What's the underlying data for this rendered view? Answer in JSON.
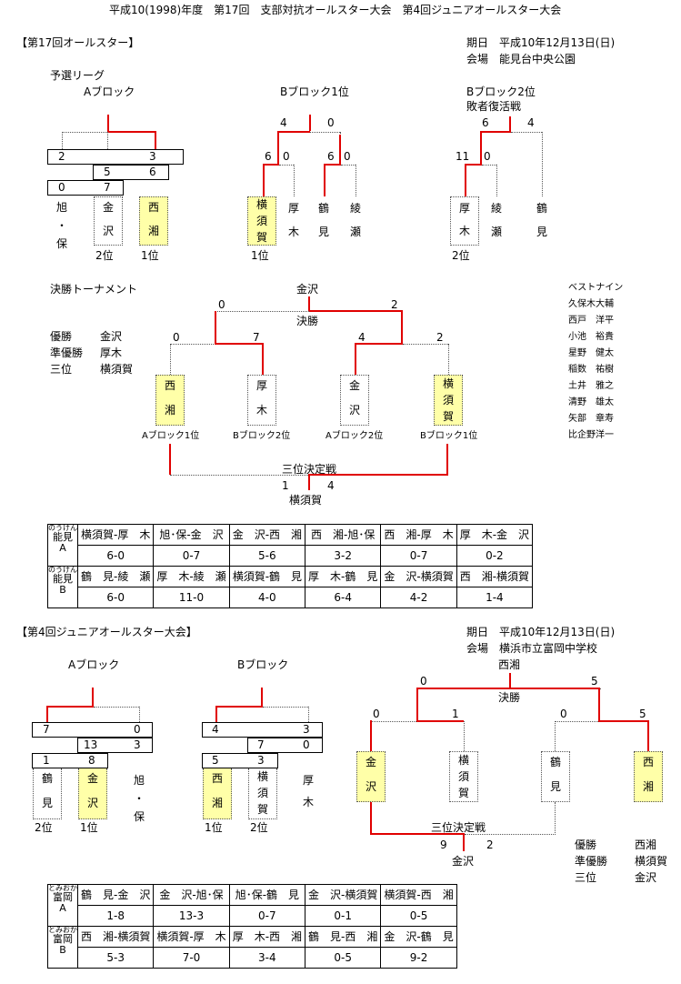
{
  "title": "平成10(1998)年度　第17回　支部対抗オールスター大会　第4回ジュニアオールスター大会",
  "s1": {
    "heading": "【第17回オールスター】",
    "date": "期日　平成10年12月13日(日)",
    "venue": "会場　能見台中央公園",
    "prelim": "予選リーグ",
    "blockA": "Aブロック",
    "blockB1": "Bブロック1位",
    "blockB2": "Bブロック2位",
    "revival": "敗者復活戦",
    "a_top_l": "2",
    "a_top_r": "3",
    "a_mid_l": "5",
    "a_mid_r": "6",
    "a_bot_l": "0",
    "a_bot_r": "7",
    "a_t1": [
      "旭",
      "・",
      "保"
    ],
    "a_t2": [
      "金",
      "沢"
    ],
    "a_t3": [
      "西",
      "湘"
    ],
    "a_rank2": "2位",
    "a_rank3": "1位",
    "b1_s1": "4",
    "b1_s2": "0",
    "b1_s3": "6",
    "b1_s4": "0",
    "b1_s5": "6",
    "b1_s6": "0",
    "b1_t1": [
      "横",
      "須",
      "賀"
    ],
    "b1_t2": [
      "厚",
      "木"
    ],
    "b1_t3": [
      "鶴",
      "見"
    ],
    "b1_t4": [
      "綾",
      "瀬"
    ],
    "b1_rank": "1位",
    "b2_s1": "6",
    "b2_s2": "4",
    "b2_s3": "11",
    "b2_s4": "0",
    "b2_t1": [
      "厚",
      "木"
    ],
    "b2_t2": [
      "綾",
      "瀬"
    ],
    "b2_t3": [
      "鶴",
      "見"
    ],
    "b2_rank": "2位",
    "final_label": "決勝トーナメント",
    "champ_name": "金沢",
    "final_word": "決勝",
    "f_s1": "0",
    "f_s2": "2",
    "f_s3": "0",
    "f_s4": "7",
    "f_s5": "4",
    "f_s6": "2",
    "f_t1": [
      "西",
      "湘"
    ],
    "f_t2": [
      "厚",
      "木"
    ],
    "f_t3": [
      "金",
      "沢"
    ],
    "f_t4": [
      "横",
      "須",
      "賀"
    ],
    "f_l1": "Aブロック1位",
    "f_l2": "Bブロック2位",
    "f_l3": "Aブロック2位",
    "f_l4": "Bブロック1位",
    "third_label": "三位決定戦",
    "third_s1": "1",
    "third_s2": "4",
    "third_winner": "横須賀",
    "res_rows": [
      [
        "優勝",
        "金沢"
      ],
      [
        "準優勝",
        "厚木"
      ],
      [
        "三位",
        "横須賀"
      ]
    ],
    "best9_title": "ベストナイン",
    "best9": [
      "久保木大輔",
      "西戸　洋平",
      "小池　裕貴",
      "星野　健太",
      "稲数　祐樹",
      "土井　雅之",
      "清野　雄太",
      "矢部　章寿",
      "比企野洋一"
    ],
    "tbl_ruby": "のうけん",
    "tbl_name": "能見",
    "tbl_groups": [
      "A",
      "B"
    ],
    "row1_matches": [
      "横須賀-厚　木",
      "旭･保-金　沢",
      "金　沢-西　湘",
      "西　湘-旭･保",
      "西　湘-厚　木",
      "厚　木-金　沢"
    ],
    "row1_scores": [
      "6-0",
      "0-7",
      "5-6",
      "3-2",
      "0-7",
      "0-2"
    ],
    "row2_matches": [
      "鶴　見-綾　瀬",
      "厚　木-綾　瀬",
      "横須賀-鶴　見",
      "厚　木-鶴　見",
      "金　沢-横須賀",
      "西　湘-横須賀"
    ],
    "row2_scores": [
      "6-0",
      "11-0",
      "4-0",
      "6-4",
      "4-2",
      "1-4"
    ]
  },
  "s2": {
    "heading": "【第4回ジュニアオールスター大会】",
    "date": "期日　平成10年12月13日(日)",
    "venue": "会場　横浜市立富岡中学校",
    "blockA": "Aブロック",
    "blockB": "Bブロック",
    "a_top_l": "7",
    "a_top_r": "0",
    "a_mid_l": "13",
    "a_mid_r": "3",
    "a_bot_l": "1",
    "a_bot_r": "8",
    "a_t1": [
      "鶴",
      "見"
    ],
    "a_t2": [
      "金",
      "沢"
    ],
    "a_t3": [
      "旭",
      "・",
      "保"
    ],
    "a_rank1": "2位",
    "a_rank2": "1位",
    "b_top_l": "4",
    "b_top_r": "3",
    "b_mid_l": "7",
    "b_mid_r": "0",
    "b_bot_l": "5",
    "b_bot_r": "3",
    "b_t1": [
      "西",
      "湘"
    ],
    "b_t2": [
      "横",
      "須",
      "賀"
    ],
    "b_t3": [
      "厚",
      "木"
    ],
    "b_rank1": "1位",
    "b_rank2": "2位",
    "champ_name": "西湘",
    "final_word": "決勝",
    "f_s1": "0",
    "f_s2": "5",
    "f_s3": "0",
    "f_s4": "1",
    "f_s5": "0",
    "f_s6": "5",
    "f_t1": [
      "金",
      "沢"
    ],
    "f_t2": [
      "横",
      "須",
      "賀"
    ],
    "f_t3": [
      "鶴",
      "見"
    ],
    "f_t4": [
      "西",
      "湘"
    ],
    "third_label": "三位決定戦",
    "third_s1": "9",
    "third_s2": "2",
    "third_winner": "金沢",
    "res_rows": [
      [
        "優勝",
        "西湘"
      ],
      [
        "準優勝",
        "横須賀"
      ],
      [
        "三位",
        "金沢"
      ]
    ],
    "tbl_ruby": "とみおか",
    "tbl_name": "富岡",
    "tbl_groups": [
      "A",
      "B"
    ],
    "row1_matches": [
      "鶴　見-金　沢",
      "金　沢-旭･保",
      "旭･保-鶴　見",
      "金　沢-横須賀",
      "横須賀-西　湘"
    ],
    "row1_scores": [
      "1-8",
      "13-3",
      "0-7",
      "0-1",
      "0-5"
    ],
    "row2_matches": [
      "西　湘-横須賀",
      "横須賀-厚　木",
      "厚　木-西　湘",
      "鶴　見-西　湘",
      "金　沢-鶴　見"
    ],
    "row2_scores": [
      "5-3",
      "7-0",
      "3-4",
      "0-5",
      "9-2"
    ]
  }
}
